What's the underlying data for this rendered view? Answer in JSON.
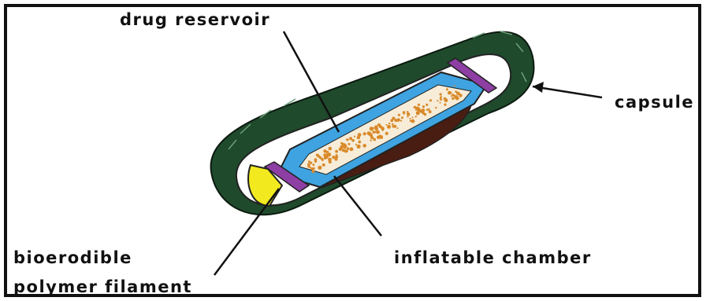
{
  "labels": {
    "drug_reservoir": "drug reservoir",
    "capsule": "capsule",
    "bioerodible_line1": "bioerodible",
    "bioerodible_line2": "polymer filament",
    "inflatable_chamber": "inflatable chamber"
  },
  "colors": {
    "frame": "#111111",
    "capsule_shell": "#1f4a2c",
    "liner": "#ffffff",
    "reservoir_band": "#3ea3e0",
    "drug": "#d98a2a",
    "drug_bg": "#f6ecd8",
    "chamber": "#4a1d12",
    "filament": "#8e3fa4",
    "plug": "#f2ea1e"
  }
}
